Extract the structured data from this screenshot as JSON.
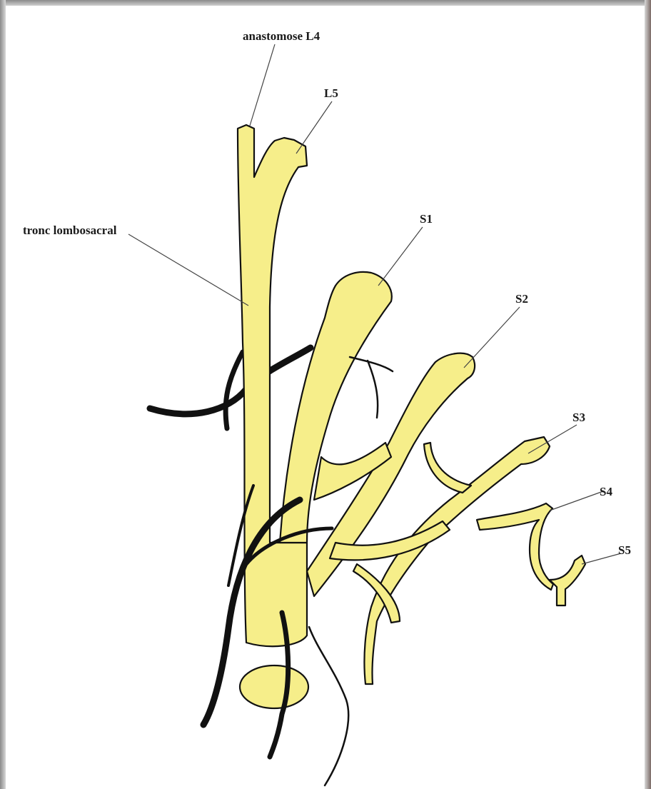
{
  "labels": {
    "anastomose_l4": "anastomose L4",
    "l5": "L5",
    "tronc_lombosacral": "tronc lombosacral",
    "s1": "S1",
    "s2": "S2",
    "s3": "S3",
    "s4": "S4",
    "s5": "S5"
  },
  "colors": {
    "nerve_fill": "#f6ee8a",
    "outline": "#111111",
    "vessel": "#111111",
    "leader_line": "#444444"
  }
}
